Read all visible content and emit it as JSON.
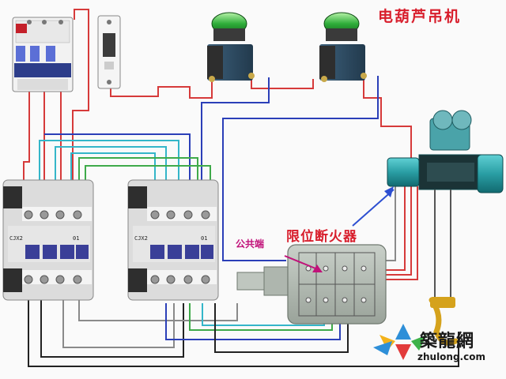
{
  "title": "电葫芦吊机",
  "labels": {
    "limit_switch": "限位断火器",
    "common_terminal": "公共端"
  },
  "brand": {
    "name_cn": "築龍網",
    "url": "zhulong.com"
  },
  "contactor_text": {
    "left_model": "CJX2",
    "left_code": "01",
    "right_model": "CJX2",
    "right_code": "01"
  },
  "colors": {
    "wire_red": "#d63a3a",
    "wire_blue": "#2b3fb8",
    "wire_cyan": "#34b6c9",
    "wire_green": "#3faa4a",
    "wire_black": "#222222",
    "wire_gray": "#8a8a8a",
    "title_red": "#d81e2c",
    "arrow_blue": "#2d4fd1",
    "pink": "#c1127a"
  }
}
